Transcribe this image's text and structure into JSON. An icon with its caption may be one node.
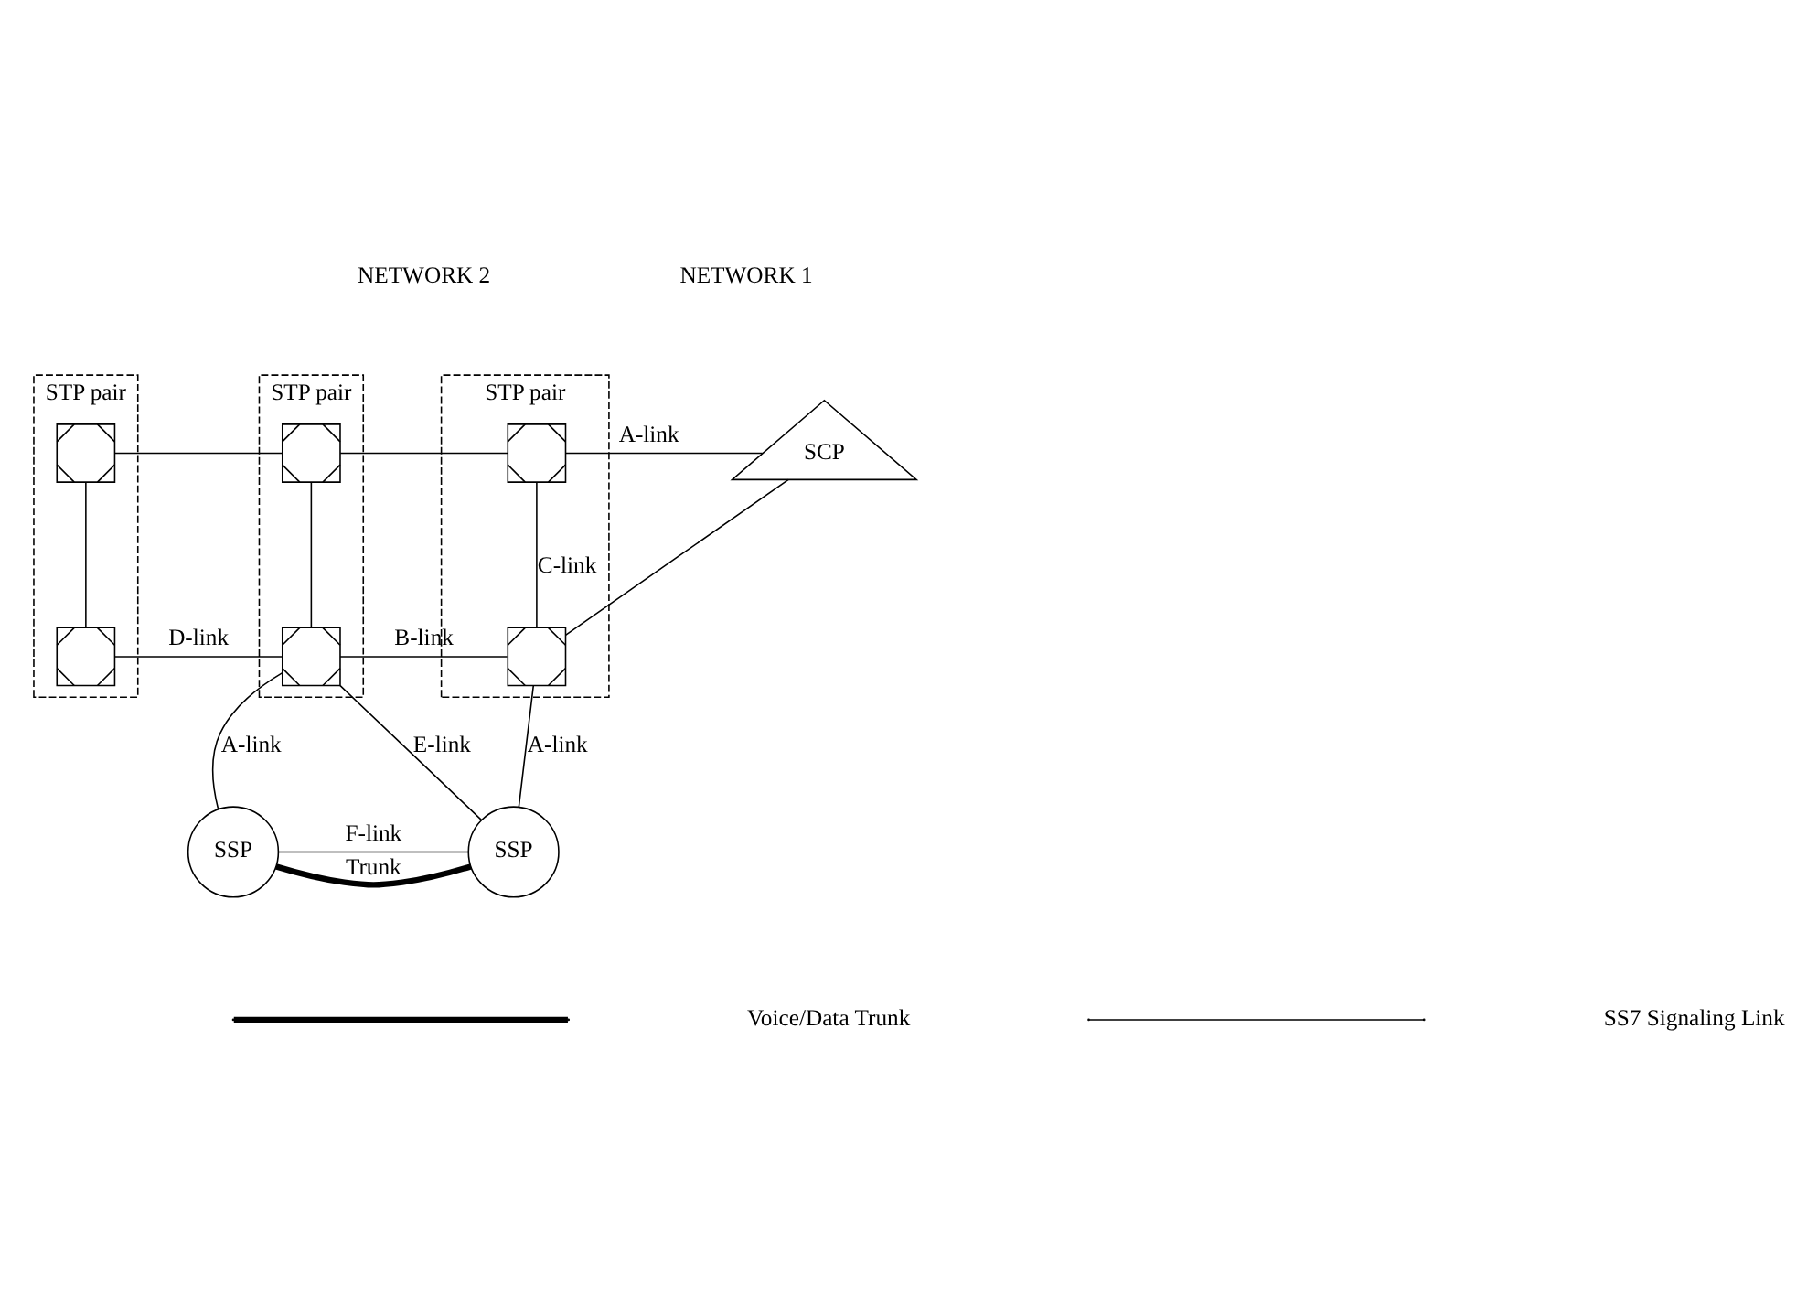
{
  "diagram": {
    "nodes": [
      {
        "text": [
          "STP pair"
        ]
      },
      {
        "text": [],
        "shape": "box",
        "in": 0
      },
      {
        "text": [],
        "shape": "box",
        "in": 0
      },
      {
        "text": [
          "STP pair"
        ]
      },
      {
        "text": [],
        "shape": "box",
        "in": 3
      },
      {
        "text": [],
        "shape": "box",
        "in": 3
      },
      {
        "text": [
          "STP pair"
        ]
      },
      {
        "text": [],
        "shape": "box",
        "in": 6
      },
      {
        "text": [],
        "shape": "box",
        "in": 6
      },
      {
        "text": [
          "SCP"
        ]
      },
      {
        "text": [
          "SSP"
        ]
      },
      {
        "text": [
          "SSP"
        ]
      }
    ],
    "edges": [
      {
        "from": 1,
        "to": 2,
        "arrow": "none"
      },
      {
        "from": 1,
        "to": 4,
        "arrow": "none"
      },
      {
        "from": 4,
        "to": 7,
        "arrow": "none"
      },
      {
        "from": 7,
        "to": 9,
        "arrow": "none",
        "label": "A-link"
      },
      {
        "from": 4,
        "to": 5,
        "arrow": "none"
      },
      {
        "from": 7,
        "to": 8,
        "arrow": "none",
        "label": "C-link"
      },
      {
        "from": 8,
        "to": 9,
        "arrow": "none"
      },
      {
        "from": 2,
        "to": 5,
        "arrow": "none",
        "label": "D-link"
      },
      {
        "from": 5,
        "to": 8,
        "arrow": "none",
        "label": "B-link"
      },
      {
        "from": 5,
        "to": 10,
        "arrow": "none",
        "label": "A-link"
      },
      {
        "from": 5,
        "to": 11,
        "arrow": "none",
        "label": "E-link"
      },
      {
        "from": 8,
        "to": 11,
        "arrow": "none",
        "label": "A-link"
      },
      {
        "from": 10,
        "to": 11,
        "arrow": "none",
        "label": "F-link"
      },
      {
        "from": 10,
        "to": 11,
        "arrow": "none",
        "label": "Trunk",
        "style": "thick"
      }
    ],
    "labels": [
      "NETWORK 2",
      "NETWORK 1"
    ],
    "legend": [
      {
        "text": "Voice/Data Trunk"
      },
      {
        "text": "SS7 Signaling Link"
      }
    ]
  }
}
